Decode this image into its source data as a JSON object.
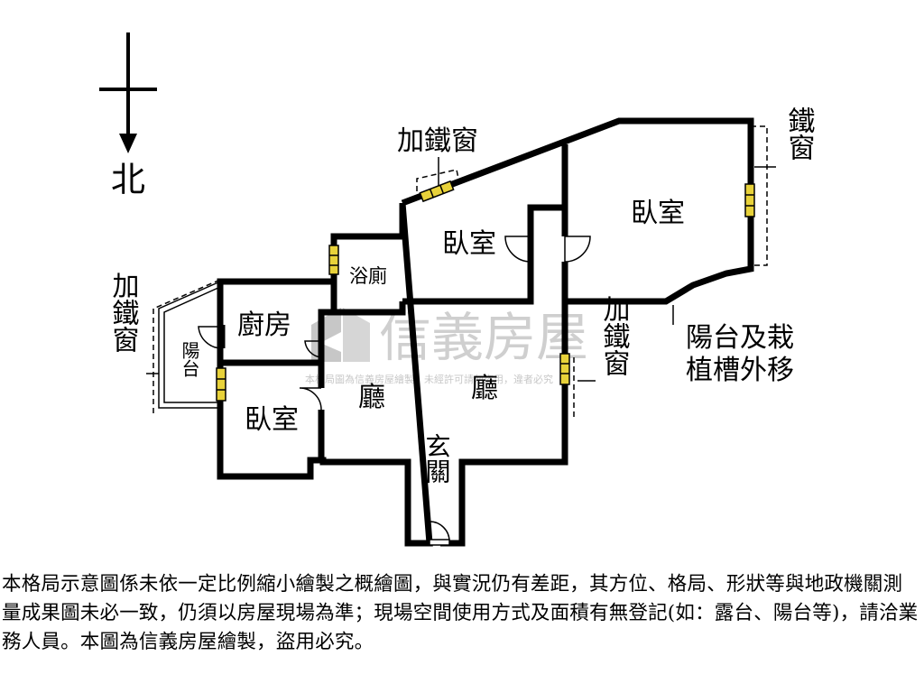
{
  "compass": {
    "north_label": "北"
  },
  "rooms": {
    "bedroom_main": "臥室",
    "bedroom_middle": "臥室",
    "bedroom_small": "臥室",
    "bathroom": "浴廁",
    "kitchen": "廚房",
    "balcony": "陽台",
    "living_left": "廳",
    "living_right": "廳",
    "entrance": "玄關"
  },
  "annotations": {
    "iron_window_top": "加鐵窗",
    "iron_window_right_top": "鐵窗",
    "balcony_planter_note": "陽台及栽植槽外移",
    "iron_window_center": "加鐵窗",
    "iron_window_left": "加鐵窗"
  },
  "watermark": {
    "brand": "信義房屋",
    "fine_print": "本格局圖為信義房屋繪製，未經許可請勿盜用，違者必究"
  },
  "disclaimer": "本格局示意圖係未依一定比例縮小繪製之概繪圖，與實況仍有差距，其方位、格局、形狀等與地政機關測量成果圖未必一致，仍須以房屋現場為準；現場空間使用方式及面積有無登記(如：露台、陽台等)，請洽業務人員。本圖為信義房屋繪製，盜用必究。",
  "colors": {
    "wall": "#000000",
    "window": "#e8d23a",
    "watermark": "#b0b0b0"
  }
}
